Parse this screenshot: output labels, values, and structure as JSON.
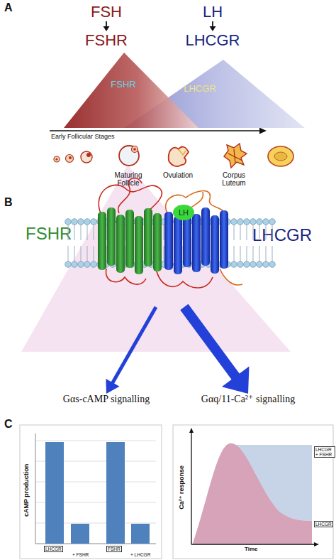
{
  "diagram": {
    "nodes": [
      {
        "text": [
          "FSH"
        ]
      },
      {
        "text": [
          "FSHR"
        ]
      },
      {
        "text": [
          "LH"
        ]
      },
      {
        "text": [
          "LHCGR"
        ]
      },
      {
        "text": [
          "FSHR"
        ]
      },
      {
        "text": [
          "LHCGR"
        ]
      },
      {
        "text": [
          "FSHR",
          "LHCGR"
        ]
      },
      {
        "text": [
          "LH"
        ],
        "in": 6
      },
      {
        "text": [
          "Gαs-cAMP signalling"
        ]
      },
      {
        "text": [
          "Gαq/11-Ca²⁺ signalling"
        ]
      }
    ],
    "edges": [
      {
        "from": 0,
        "to": 1,
        "arrow": "to"
      },
      {
        "from": 2,
        "to": 3,
        "arrow": "to"
      },
      {
        "from": 6,
        "to": 8,
        "arrow": "to"
      },
      {
        "from": 6,
        "to": 9,
        "arrow": "to"
      }
    ],
    "labels": [
      "A",
      "Early Follicular Stages",
      "Maturing Follicle",
      "Ovulation",
      "Corpus Luteum",
      "B",
      "C",
      "cAMP production",
      "LHCGR",
      "+ FSHR",
      "FSHR",
      "+ LHCGR",
      "Ca²⁺ response",
      "Time",
      "LHCGR + FSHR",
      "LHCGR"
    ]
  }
}
